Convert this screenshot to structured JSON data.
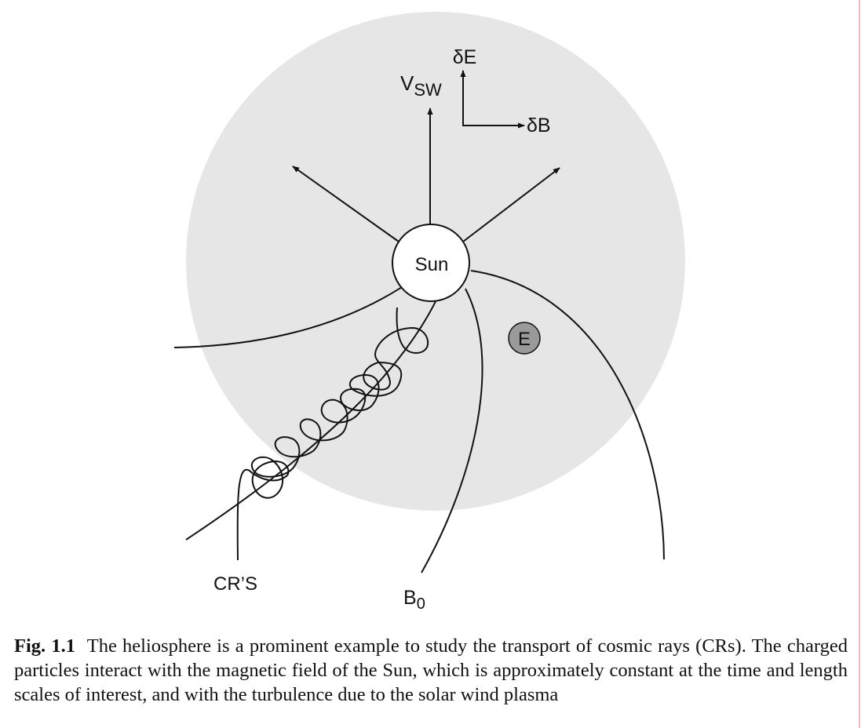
{
  "labels": {
    "sun": "Sun",
    "earth": "E",
    "v_sw": "V",
    "v_sw_sub": "SW",
    "delta_e": "δE",
    "delta_b": "δB",
    "cosmic_rays": "CR’S",
    "b0": "B",
    "b0_sub": "0"
  },
  "colors": {
    "heliosphere_fill": "#e6e6e6",
    "earth_fill": "#9a9a9a",
    "line": "#111111"
  },
  "caption": {
    "number": "Fig. 1.1",
    "text": "The heliosphere is a prominent example to study the transport of cosmic rays (CRs). The charged particles interact with the magnetic field of the Sun, which is approximately constant at the time and length scales of interest, and with the turbulence due to the solar wind plasma"
  }
}
